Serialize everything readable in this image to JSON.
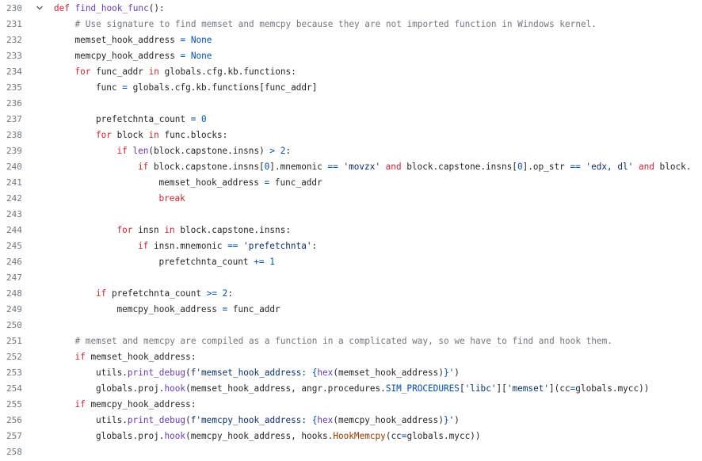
{
  "code": {
    "lines": [
      {
        "num": "230",
        "fold": true,
        "indent": 0,
        "tokens": [
          {
            "t": "def",
            "c": "kw"
          },
          {
            "t": " ",
            "c": "tx"
          },
          {
            "t": "find_hook_func",
            "c": "fn"
          },
          {
            "t": "():",
            "c": "tx"
          }
        ]
      },
      {
        "num": "231",
        "indent": 1,
        "tokens": [
          {
            "t": "# Use signature to find memset and memcpy because they are not imported function in Windows kernel.",
            "c": "cm"
          }
        ]
      },
      {
        "num": "232",
        "indent": 1,
        "tokens": [
          {
            "t": "memset_hook_address",
            "c": "tx"
          },
          {
            "t": " = ",
            "c": "op"
          },
          {
            "t": "None",
            "c": "nu"
          }
        ]
      },
      {
        "num": "233",
        "indent": 1,
        "tokens": [
          {
            "t": "memcpy_hook_address",
            "c": "tx"
          },
          {
            "t": " = ",
            "c": "op"
          },
          {
            "t": "None",
            "c": "nu"
          }
        ]
      },
      {
        "num": "234",
        "indent": 1,
        "tokens": [
          {
            "t": "for",
            "c": "kw"
          },
          {
            "t": " func_addr ",
            "c": "tx"
          },
          {
            "t": "in",
            "c": "kw"
          },
          {
            "t": " globals.cfg.kb.functions:",
            "c": "tx"
          }
        ]
      },
      {
        "num": "235",
        "indent": 2,
        "tokens": [
          {
            "t": "func",
            "c": "tx"
          },
          {
            "t": " = ",
            "c": "op"
          },
          {
            "t": "globals.cfg.kb.functions[func_addr]",
            "c": "tx"
          }
        ]
      },
      {
        "num": "236",
        "indent": 0,
        "tokens": []
      },
      {
        "num": "237",
        "indent": 2,
        "tokens": [
          {
            "t": "prefetchnta_count",
            "c": "tx"
          },
          {
            "t": " = ",
            "c": "op"
          },
          {
            "t": "0",
            "c": "nu"
          }
        ]
      },
      {
        "num": "238",
        "indent": 2,
        "tokens": [
          {
            "t": "for",
            "c": "kw"
          },
          {
            "t": " block ",
            "c": "tx"
          },
          {
            "t": "in",
            "c": "kw"
          },
          {
            "t": " func.blocks:",
            "c": "tx"
          }
        ]
      },
      {
        "num": "239",
        "indent": 3,
        "tokens": [
          {
            "t": "if",
            "c": "kw"
          },
          {
            "t": " ",
            "c": "tx"
          },
          {
            "t": "len",
            "c": "fn"
          },
          {
            "t": "(block.capstone.insns) ",
            "c": "tx"
          },
          {
            "t": ">",
            "c": "op"
          },
          {
            "t": " ",
            "c": "tx"
          },
          {
            "t": "2",
            "c": "nu"
          },
          {
            "t": ":",
            "c": "tx"
          }
        ]
      },
      {
        "num": "240",
        "indent": 4,
        "tokens": [
          {
            "t": "if",
            "c": "kw"
          },
          {
            "t": " block.capstone.insns[",
            "c": "tx"
          },
          {
            "t": "0",
            "c": "nu"
          },
          {
            "t": "].mnemonic ",
            "c": "tx"
          },
          {
            "t": "==",
            "c": "op"
          },
          {
            "t": " ",
            "c": "tx"
          },
          {
            "t": "'movzx'",
            "c": "st"
          },
          {
            "t": " ",
            "c": "tx"
          },
          {
            "t": "and",
            "c": "kw"
          },
          {
            "t": " block.capstone.insns[",
            "c": "tx"
          },
          {
            "t": "0",
            "c": "nu"
          },
          {
            "t": "].op_str ",
            "c": "tx"
          },
          {
            "t": "==",
            "c": "op"
          },
          {
            "t": " ",
            "c": "tx"
          },
          {
            "t": "'edx, dl'",
            "c": "st"
          },
          {
            "t": " ",
            "c": "tx"
          },
          {
            "t": "and",
            "c": "kw"
          },
          {
            "t": " block.",
            "c": "tx"
          }
        ]
      },
      {
        "num": "241",
        "indent": 5,
        "tokens": [
          {
            "t": "memset_hook_address",
            "c": "tx"
          },
          {
            "t": " = ",
            "c": "op"
          },
          {
            "t": "func_addr",
            "c": "tx"
          }
        ]
      },
      {
        "num": "242",
        "indent": 5,
        "tokens": [
          {
            "t": "break",
            "c": "kw"
          }
        ]
      },
      {
        "num": "243",
        "indent": 0,
        "tokens": []
      },
      {
        "num": "244",
        "indent": 3,
        "tokens": [
          {
            "t": "for",
            "c": "kw"
          },
          {
            "t": " insn ",
            "c": "tx"
          },
          {
            "t": "in",
            "c": "kw"
          },
          {
            "t": " block.capstone.insns:",
            "c": "tx"
          }
        ]
      },
      {
        "num": "245",
        "indent": 4,
        "tokens": [
          {
            "t": "if",
            "c": "kw"
          },
          {
            "t": " insn.mnemonic ",
            "c": "tx"
          },
          {
            "t": "==",
            "c": "op"
          },
          {
            "t": " ",
            "c": "tx"
          },
          {
            "t": "'prefetchnta'",
            "c": "st"
          },
          {
            "t": ":",
            "c": "tx"
          }
        ]
      },
      {
        "num": "246",
        "indent": 5,
        "tokens": [
          {
            "t": "prefetchnta_count",
            "c": "tx"
          },
          {
            "t": " += ",
            "c": "op"
          },
          {
            "t": "1",
            "c": "nu"
          }
        ]
      },
      {
        "num": "247",
        "indent": 0,
        "tokens": []
      },
      {
        "num": "248",
        "indent": 2,
        "tokens": [
          {
            "t": "if",
            "c": "kw"
          },
          {
            "t": " prefetchnta_count ",
            "c": "tx"
          },
          {
            "t": ">=",
            "c": "op"
          },
          {
            "t": " ",
            "c": "tx"
          },
          {
            "t": "2",
            "c": "nu"
          },
          {
            "t": ":",
            "c": "tx"
          }
        ]
      },
      {
        "num": "249",
        "indent": 3,
        "tokens": [
          {
            "t": "memcpy_hook_address",
            "c": "tx"
          },
          {
            "t": " = ",
            "c": "op"
          },
          {
            "t": "func_addr",
            "c": "tx"
          }
        ]
      },
      {
        "num": "250",
        "indent": 0,
        "tokens": []
      },
      {
        "num": "251",
        "indent": 1,
        "tokens": [
          {
            "t": "# memset and memcpy are compiled as a function in a complicated way, so we have to find and hook them.",
            "c": "cm"
          }
        ]
      },
      {
        "num": "252",
        "indent": 1,
        "tokens": [
          {
            "t": "if",
            "c": "kw"
          },
          {
            "t": " memset_hook_address:",
            "c": "tx"
          }
        ]
      },
      {
        "num": "253",
        "indent": 2,
        "tokens": [
          {
            "t": "utils.",
            "c": "tx"
          },
          {
            "t": "print_debug",
            "c": "fn"
          },
          {
            "t": "(",
            "c": "tx"
          },
          {
            "t": "f'memset_hook_address: ",
            "c": "st"
          },
          {
            "t": "{",
            "c": "op"
          },
          {
            "t": "hex",
            "c": "fn"
          },
          {
            "t": "(memset_hook_address)",
            "c": "tx"
          },
          {
            "t": "}",
            "c": "op"
          },
          {
            "t": "'",
            "c": "st"
          },
          {
            "t": ")",
            "c": "tx"
          }
        ]
      },
      {
        "num": "254",
        "indent": 2,
        "tokens": [
          {
            "t": "globals.proj.",
            "c": "tx"
          },
          {
            "t": "hook",
            "c": "fn"
          },
          {
            "t": "(memset_hook_address, angr.procedures.",
            "c": "tx"
          },
          {
            "t": "SIM_PROCEDURES",
            "c": "nu"
          },
          {
            "t": "[",
            "c": "tx"
          },
          {
            "t": "'libc'",
            "c": "st"
          },
          {
            "t": "][",
            "c": "tx"
          },
          {
            "t": "'memset'",
            "c": "st"
          },
          {
            "t": "](cc",
            "c": "tx"
          },
          {
            "t": "=",
            "c": "op"
          },
          {
            "t": "globals.mycc))",
            "c": "tx"
          }
        ]
      },
      {
        "num": "255",
        "indent": 1,
        "tokens": [
          {
            "t": "if",
            "c": "kw"
          },
          {
            "t": " memcpy_hook_address:",
            "c": "tx"
          }
        ]
      },
      {
        "num": "256",
        "indent": 2,
        "tokens": [
          {
            "t": "utils.",
            "c": "tx"
          },
          {
            "t": "print_debug",
            "c": "fn"
          },
          {
            "t": "(",
            "c": "tx"
          },
          {
            "t": "f'memcpy_hook_address: ",
            "c": "st"
          },
          {
            "t": "{",
            "c": "op"
          },
          {
            "t": "hex",
            "c": "fn"
          },
          {
            "t": "(memcpy_hook_address)",
            "c": "tx"
          },
          {
            "t": "}",
            "c": "op"
          },
          {
            "t": "'",
            "c": "st"
          },
          {
            "t": ")",
            "c": "tx"
          }
        ]
      },
      {
        "num": "257",
        "indent": 2,
        "tokens": [
          {
            "t": "globals.proj.",
            "c": "tx"
          },
          {
            "t": "hook",
            "c": "fn"
          },
          {
            "t": "(memcpy_hook_address, hooks.",
            "c": "tx"
          },
          {
            "t": "HookMemcpy",
            "c": "cl"
          },
          {
            "t": "(cc",
            "c": "tx"
          },
          {
            "t": "=",
            "c": "op"
          },
          {
            "t": "globals.mycc))",
            "c": "tx"
          }
        ]
      },
      {
        "num": "258",
        "indent": 0,
        "tokens": []
      }
    ]
  },
  "icons": {
    "fold": "chevron-down-icon"
  },
  "colors": {
    "keyword": "#cf222e",
    "function": "#6639ba",
    "comment": "#6e7781",
    "string": "#0a3069",
    "constant": "#0550ae",
    "class": "#953800",
    "text": "#1f2328",
    "line_number": "#6e7781"
  }
}
